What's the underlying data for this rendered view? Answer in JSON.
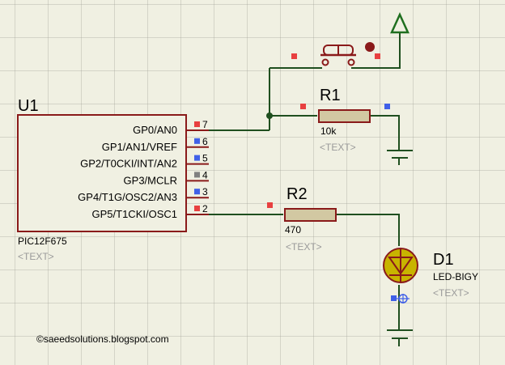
{
  "colors": {
    "background": "#f0f0e2",
    "wire": "#1f4f1f",
    "component": "#8a1a1a",
    "component_fill": "#d2c8a2",
    "pin_red": "#e84040",
    "pin_blue": "#4060e8",
    "pin_gray": "#808080",
    "led_fill": "#c8b400",
    "power_arrow": "#1f6f1f"
  },
  "u1": {
    "ref": "U1",
    "part": "PIC12F675",
    "text": "<TEXT>",
    "pins": [
      {
        "name": "GP0/AN0",
        "num": "7"
      },
      {
        "name": "GP1/AN1/VREF",
        "num": "6"
      },
      {
        "name": "GP2/T0CKI/INT/AN2",
        "num": "5"
      },
      {
        "name": "GP3/MCLR",
        "num": "4"
      },
      {
        "name": "GP4/T1G/OSC2/AN3",
        "num": "3"
      },
      {
        "name": "GP5/T1CKI/OSC1",
        "num": "2"
      }
    ]
  },
  "r1": {
    "ref": "R1",
    "value": "10k",
    "text": "<TEXT>"
  },
  "r2": {
    "ref": "R2",
    "value": "470",
    "text": "<TEXT>"
  },
  "d1": {
    "ref": "D1",
    "value": "LED-BIGY",
    "text": "<TEXT>"
  },
  "watermark": "©saeedsolutions.blogspot.com"
}
